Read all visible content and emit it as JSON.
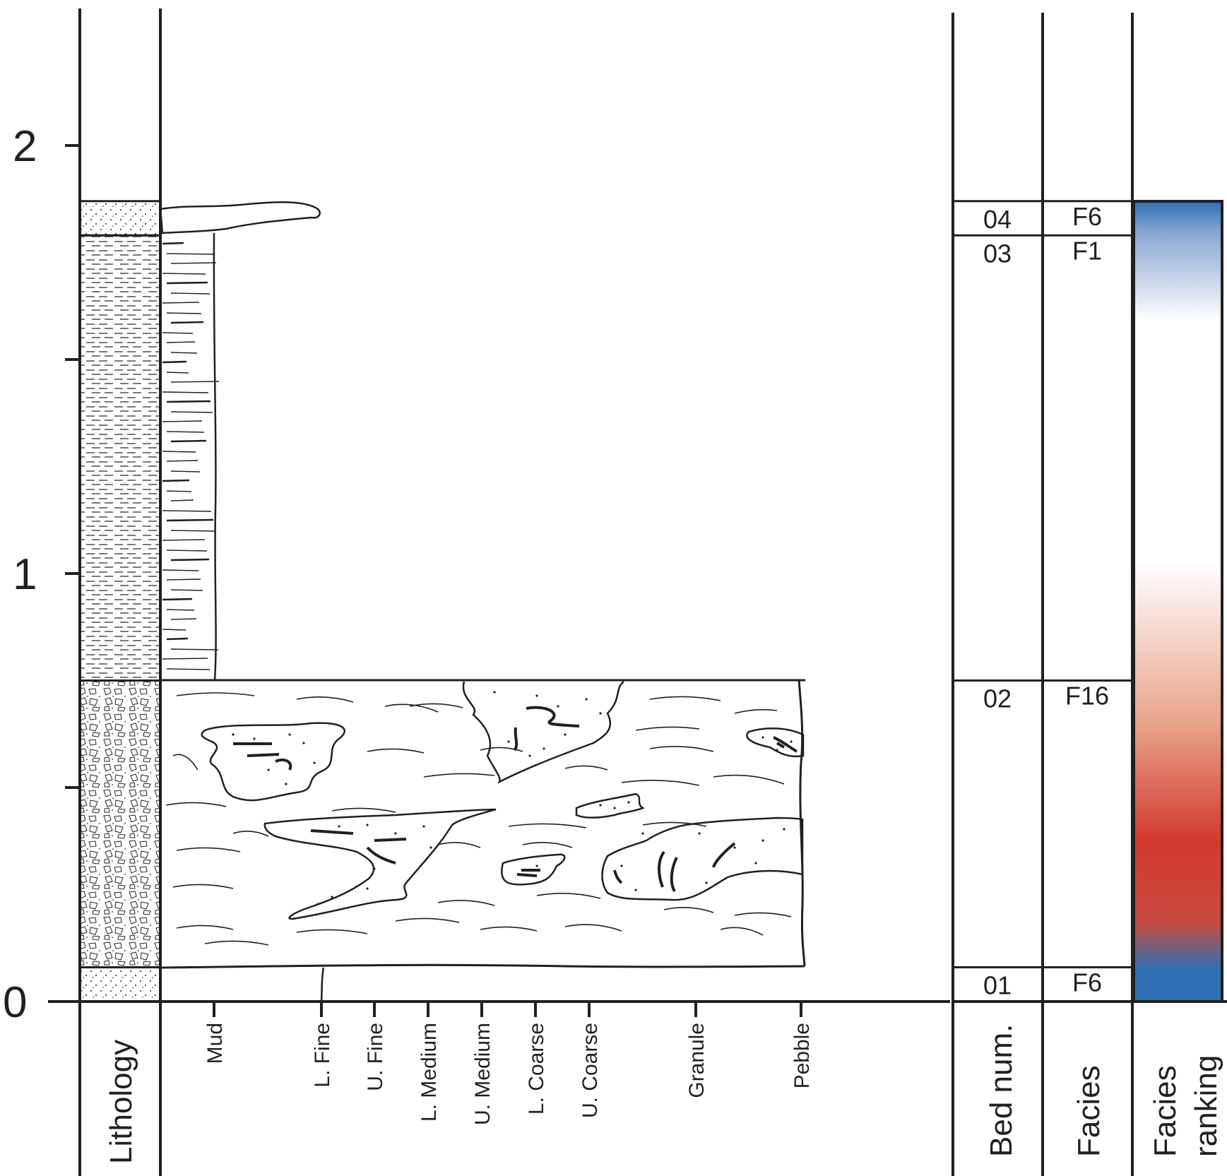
{
  "depth_axis": {
    "ticks": [
      {
        "value": 0,
        "label": "0"
      },
      {
        "value": 0.5,
        "label": ""
      },
      {
        "value": 1,
        "label": "1"
      },
      {
        "value": 1.5,
        "label": ""
      },
      {
        "value": 2,
        "label": "2"
      }
    ]
  },
  "column_headers": {
    "lithology": "Lithology",
    "bed_num": "Bed num.",
    "facies": "Facies",
    "facies_ranking_line1": "Facies",
    "facies_ranking_line2": "ranking"
  },
  "grain_size_scale": [
    "Mud",
    "L. Fine",
    "U. Fine",
    "L. Medium",
    "U. Medium",
    "L. Coarse",
    "U. Coarse",
    "Granule",
    "Pebble"
  ],
  "beds": [
    {
      "bed": "01",
      "facies": "F6",
      "base": 0.0,
      "top": 0.08,
      "lithology": "sandstone",
      "grain_size": "L. Fine"
    },
    {
      "bed": "02",
      "facies": "F16",
      "base": 0.08,
      "top": 0.75,
      "lithology": "breccia",
      "grain_size": "Pebble"
    },
    {
      "bed": "03",
      "facies": "F1",
      "base": 0.75,
      "top": 1.79,
      "lithology": "mudstone",
      "grain_size": "Mud"
    },
    {
      "bed": "04",
      "facies": "F6",
      "base": 1.79,
      "top": 1.87,
      "lithology": "sandstone",
      "grain_size": "L. Fine"
    }
  ],
  "facies_ranking_colors": [
    "#2f6fb2",
    "#8aa7d2",
    "#ffffff",
    "#ffffff",
    "#e9a58d",
    "#d2392e",
    "#c84a3e",
    "#2f6fb2"
  ]
}
